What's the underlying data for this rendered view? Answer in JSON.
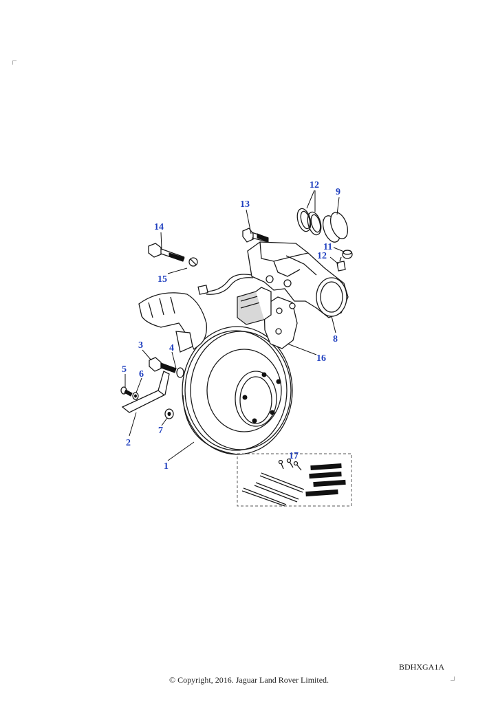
{
  "callouts": {
    "c1": "1",
    "c2": "2",
    "c3": "3",
    "c4": "4",
    "c5": "5",
    "c6": "6",
    "c7": "7",
    "c8": "8",
    "c9": "9",
    "c11": "11",
    "c12a": "12",
    "c12b": "12",
    "c13": "13",
    "c14": "14",
    "c15": "15",
    "c16": "16",
    "c17": "17"
  },
  "colors": {
    "callout": "#1f3fbf",
    "line": "#1a1a1a"
  },
  "footer": {
    "image_code": "BDHXGA1A",
    "copyright": "© Copyright, 2016. Jaguar Land Rover Limited."
  }
}
